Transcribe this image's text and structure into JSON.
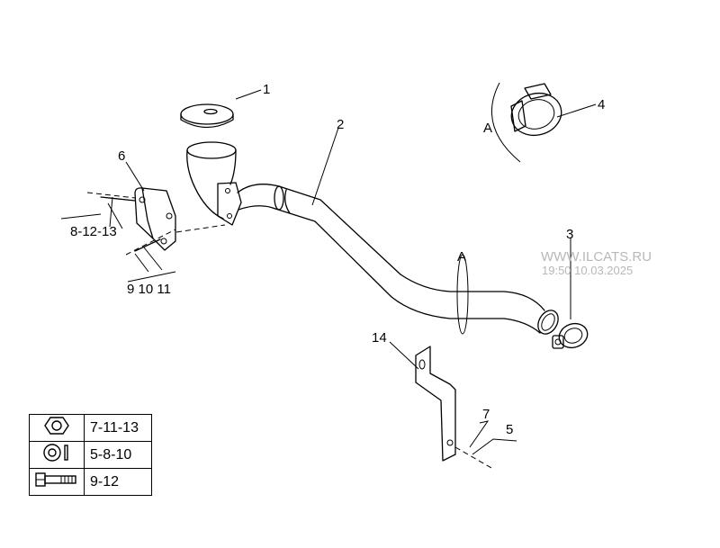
{
  "callouts": {
    "c1": "1",
    "c2": "2",
    "c3": "3",
    "c4": "4",
    "c5": "5",
    "c6": "6",
    "c7": "7",
    "c14": "14",
    "group_8_12_13": "8-12-13",
    "group_9_10_11": "9 10 11",
    "view_a_main": "A",
    "view_a_detail": "A"
  },
  "watermark": {
    "site": "WWW.ILCATS.RU",
    "timestamp": "19:50 10.03.2025"
  },
  "legend": [
    {
      "icon": "hex-nut-icon",
      "label": "7-11-13"
    },
    {
      "icon": "washer-icon",
      "label": "5-8-10"
    },
    {
      "icon": "bolt-icon",
      "label": "9-12"
    }
  ]
}
